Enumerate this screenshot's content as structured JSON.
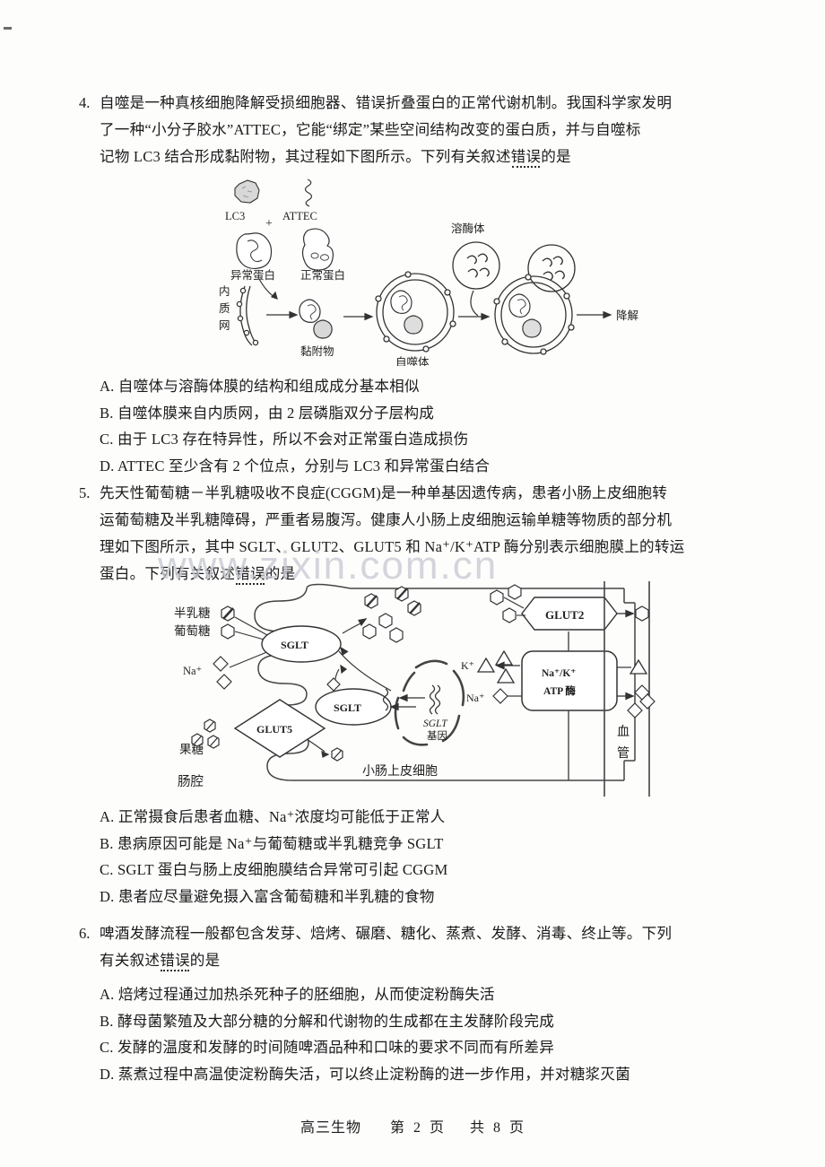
{
  "page": {
    "footer": {
      "subject": "高三生物",
      "page_prefix": "第",
      "page_number": "2",
      "page_unit": "页",
      "total_prefix": "共",
      "total_number": "8",
      "total_unit": "页"
    },
    "watermark": "www.zixin.com.cn"
  },
  "questions": [
    {
      "number": "4.",
      "stem_lines": [
        "自噬是一种真核细胞降解受损细胞器、错误折叠蛋白的正常代谢机制。我国科学家发明",
        "了一种“小分子胶水”ATTEC，它能“绑定”某些空间结构改变的蛋白质，并与自噬标",
        "记物 LC3 结合形成黏附物，其过程如下图所示。下列有关叙述"
      ],
      "stem_emphasis": "错误",
      "stem_tail": "的是",
      "options": [
        "A. 自噬体与溶酶体膜的结构和组成成分基本相似",
        "B. 自噬体膜来自内质网，由 2 层磷脂双分子层构成",
        "C. 由于 LC3 存在特异性，所以不会对正常蛋白造成损伤",
        "D. ATTEC 至少含有 2 个位点，分别与 LC3 和异常蛋白结合"
      ]
    },
    {
      "number": "5.",
      "stem_lines": [
        "先天性葡萄糖－半乳糖吸收不良症(CGGM)是一种单基因遗传病，患者小肠上皮细胞转",
        "运葡萄糖及半乳糖障碍，严重者易腹泻。健康人小肠上皮细胞运输单糖等物质的部分机",
        "理如下图所示，其中 SGLT、GLUT2、GLUT5 和 Na⁺/K⁺ATP 酶分别表示细胞膜上的转运",
        "蛋白。下列有关叙述"
      ],
      "stem_emphasis": "错误",
      "stem_tail": "的是",
      "options": [
        "A. 正常摄食后患者血糖、Na⁺浓度均可能低于正常人",
        "B. 患病原因可能是 Na⁺与葡萄糖或半乳糖竞争 SGLT",
        "C. SGLT 蛋白与肠上皮细胞膜结合异常可引起 CGGM",
        "D. 患者应尽量避免摄入富含葡萄糖和半乳糖的食物"
      ]
    },
    {
      "number": "6.",
      "stem_lines": [
        "啤酒发酵流程一般都包含发芽、焙烤、碾磨、糖化、蒸煮、发酵、消毒、终止等。下列",
        "有关叙述"
      ],
      "stem_emphasis": "错误",
      "stem_tail": "的是",
      "options": [
        "A. 焙烤过程通过加热杀死种子的胚细胞，从而使淀粉酶失活",
        "B. 酵母菌繁殖及大部分糖的分解和代谢物的生成都在主发酵阶段完成",
        "C. 发酵的温度和发酵的时间随啤酒品种和口味的要求不同而有所差异",
        "D. 蒸煮过程中高温使淀粉酶失活，可以终止淀粉酶的进一步作用，并对糖浆灭菌"
      ]
    }
  ],
  "figure_autophagy": {
    "labels": {
      "lc3": "LC3",
      "plus": "+",
      "attec": "ATTEC",
      "abnormal_protein": "异常蛋白",
      "normal_protein": "正常蛋白",
      "er_char1": "内",
      "er_char2": "质",
      "er_char3": "网",
      "adhesion": "黏附物",
      "autophagosome": "自噬体",
      "lysosome": "溶酶体",
      "degradation": "降解"
    }
  },
  "figure_transport": {
    "labels": {
      "galactose": "半乳糖",
      "glucose": "葡萄糖",
      "sodium": "Na⁺",
      "fructose": "果糖",
      "lumen": "肠腔",
      "sglt_top": "SGLT",
      "sglt_mid": "SGLT",
      "glut5": "GLUT5",
      "glut2": "GLUT2",
      "potassium": "K⁺",
      "sodium_right": "Na⁺",
      "pump_line1": "Na⁺/K⁺",
      "pump_line2": "ATP 酶",
      "sglt_gene_line1": "SGLT",
      "sglt_gene_line2": "基因",
      "epithelial_cell": "小肠上皮细胞",
      "blood_vessel_char1": "血",
      "blood_vessel_char2": "管"
    }
  }
}
